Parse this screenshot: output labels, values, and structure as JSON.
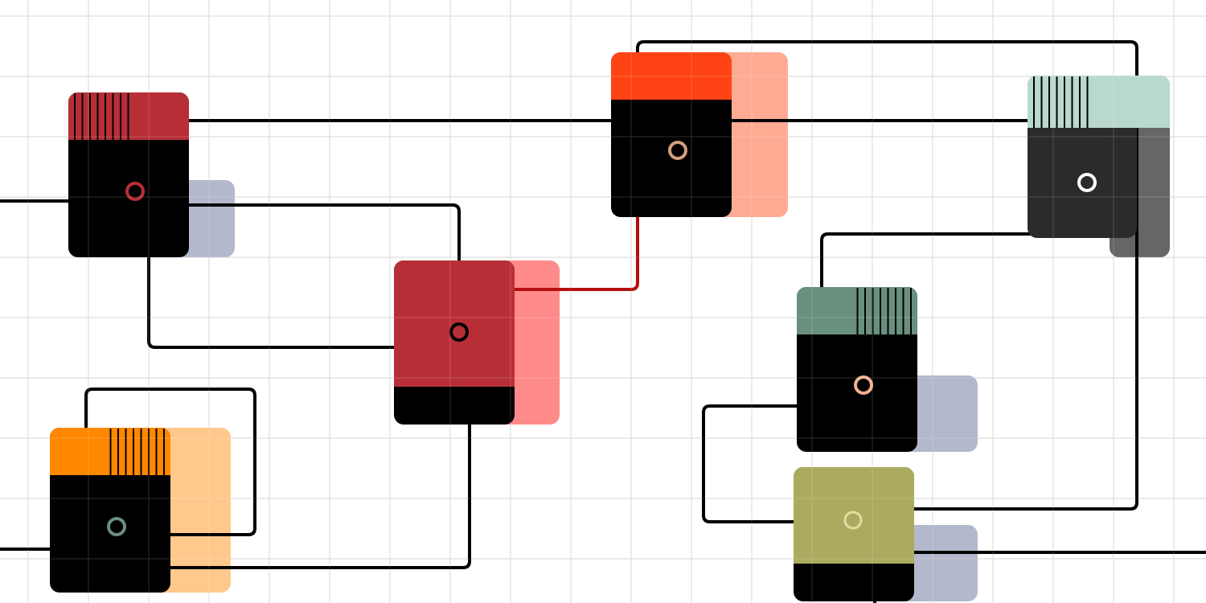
{
  "palette": {
    "background": "#ffffff",
    "grid": "#d9d9d9",
    "wire": "#000000",
    "wire_red": "#b30f0f",
    "wire_olive": "#7a6420",
    "block_black": "#000000",
    "block_dark_gray": "#2b2b2b",
    "shadow_slate": "#b3b8cc",
    "shadow_gray": "#666666"
  },
  "blocks": [
    {
      "id": "block-crimson-top-left",
      "head_color": "#b82e37",
      "body_color": "#000000",
      "shadow_color": "#b3b8cc",
      "dot_color": "#b82e37",
      "stripes": "left"
    },
    {
      "id": "block-orange-bottom-left",
      "head_color": "#ff8800",
      "body_color": "#000000",
      "shadow_color": "#ffc98c",
      "dot_color": "#6a8f7f",
      "stripes": "right"
    },
    {
      "id": "block-crimson-center",
      "head_color": "#b82e37",
      "body_color": "#b82e37",
      "shadow_color": "#ff8a8a",
      "dot_color": "#000000",
      "stripes": "none"
    },
    {
      "id": "block-vermilion-top",
      "head_color": "#ff4314",
      "body_color": "#000000",
      "shadow_color": "#ffab94",
      "dot_color": "#d2a07a",
      "stripes": "none"
    },
    {
      "id": "block-mint-top-right",
      "head_color": "#b9d8ce",
      "body_color": "#2b2b2b",
      "shadow_color": "#666666",
      "dot_color": "#ffffff",
      "stripes": "left"
    },
    {
      "id": "block-teal-right",
      "head_color": "#698f7f",
      "body_color": "#000000",
      "shadow_color": "#b3b8cc",
      "dot_color": "#f0b290",
      "stripes": "right"
    },
    {
      "id": "block-olive-bottom-right",
      "head_color": "#abab5f",
      "body_color": "#abab5f",
      "shadow_color": "#b3b8cc",
      "dot_color": "#e8d9a0",
      "stripes": "none"
    }
  ]
}
